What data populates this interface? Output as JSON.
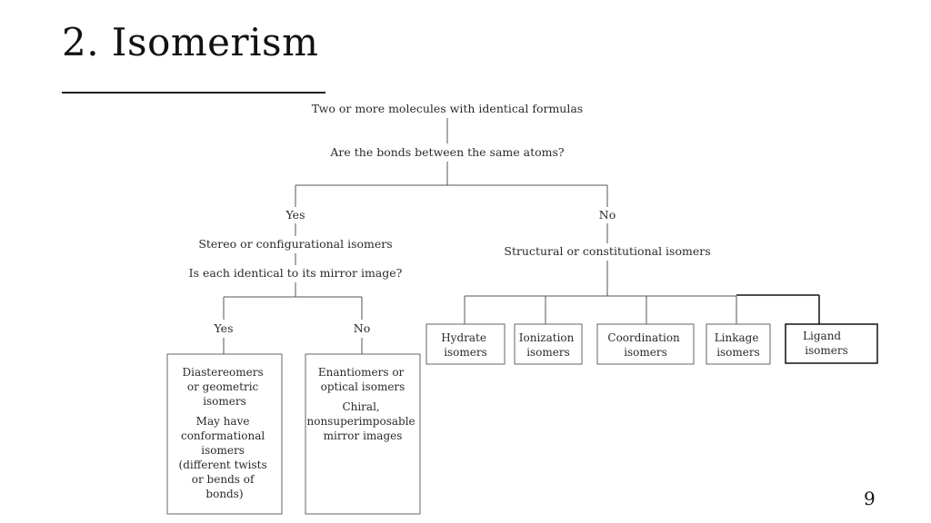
{
  "slide": {
    "title": "2. Isomerism",
    "page_number": "9"
  },
  "diagram": {
    "root": "Two or more molecules with identical formulas",
    "question1": "Are the bonds between the same atoms?",
    "yes_branch": {
      "label": "Yes",
      "category": "Stereo or configurational isomers",
      "question": "Is each identical to its mirror image?",
      "yes": {
        "label": "Yes",
        "box_lines": [
          "Diastereomers",
          "or geometric",
          "isomers"
        ],
        "box_lines_2": [
          "May have",
          "conformational",
          "isomers",
          "(different twists",
          "or bends of",
          "bonds)"
        ]
      },
      "no": {
        "label": "No",
        "box_lines": [
          "Enantiomers or",
          "optical isomers"
        ],
        "box_lines_2": [
          "Chiral,",
          "nonsuperimposable",
          "mirror images"
        ]
      }
    },
    "no_branch": {
      "label": "No",
      "category": "Structural or constitutional isomers",
      "types": [
        {
          "line1": "Hydrate",
          "line2": "isomers"
        },
        {
          "line1": "Ionization",
          "line2": "isomers"
        },
        {
          "line1": "Coordination",
          "line2": "isomers"
        },
        {
          "line1": "Linkage",
          "line2": "isomers"
        },
        {
          "line1": "Ligand",
          "line2": "isomers"
        }
      ]
    }
  }
}
